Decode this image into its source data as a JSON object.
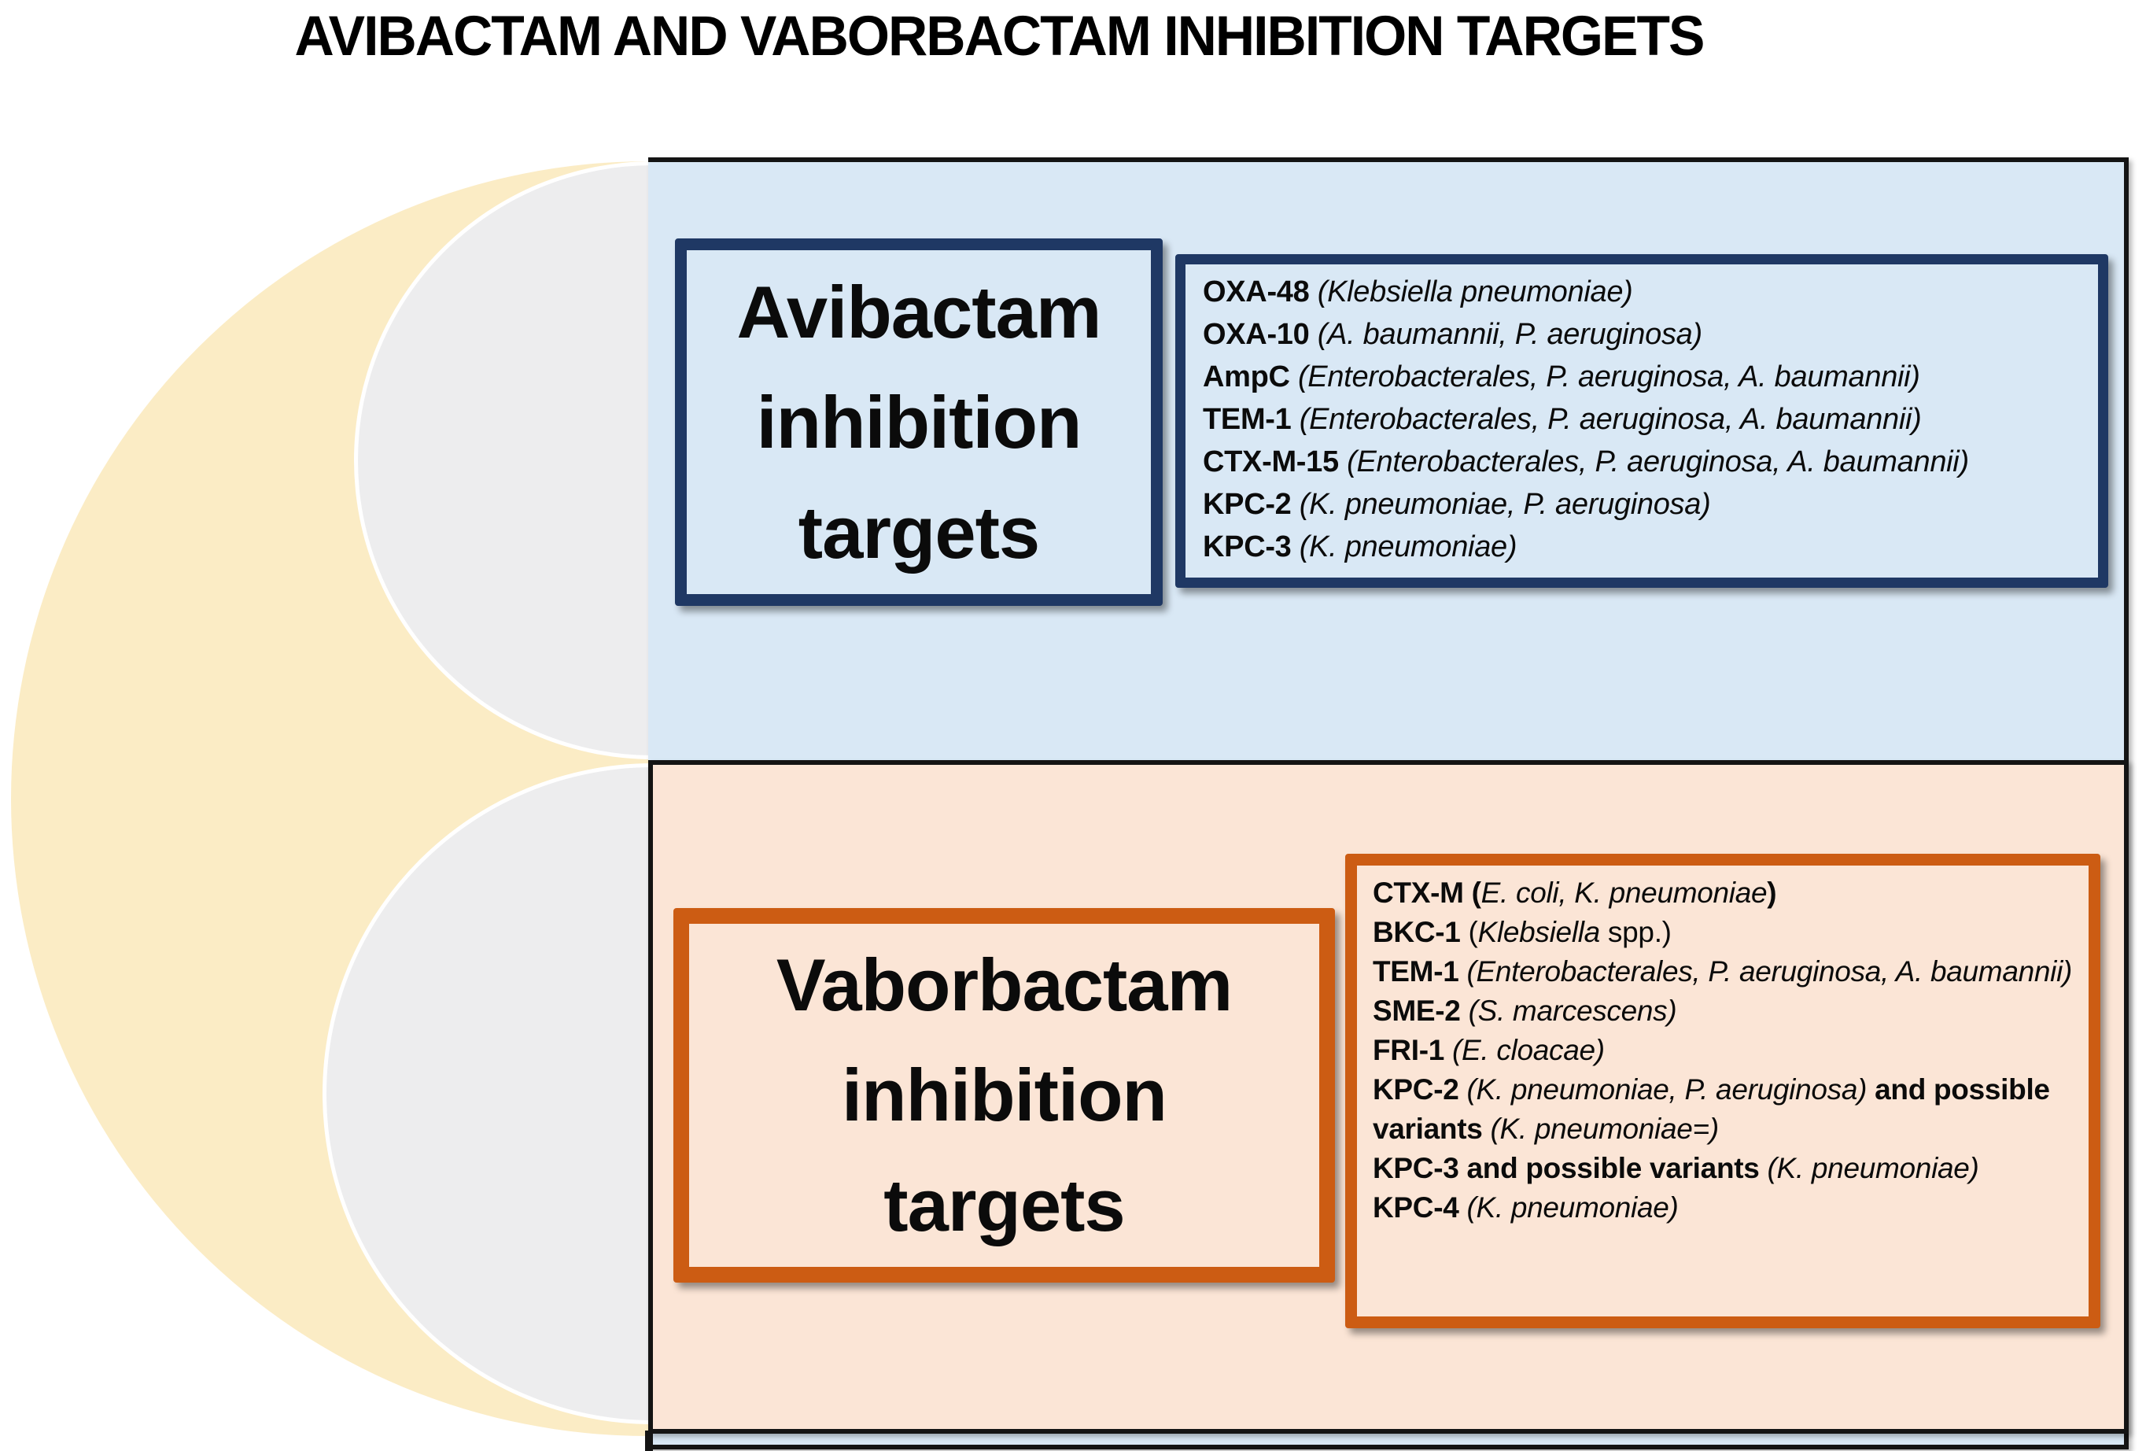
{
  "title": "AVIBACTAM AND VABORBACTAM INHIBITION TARGETS",
  "colors": {
    "panel_blue": "#D9E8F5",
    "panel_peach": "#FBE5D6",
    "navy_border": "#1F3864",
    "orange_border": "#CC5C13",
    "yellow_circle": "#FBECC5",
    "gray_circle": "#EDEDEE",
    "frame_black": "#141414"
  },
  "avibactam": {
    "label": "Avibactam\ninhibition\ntargets",
    "targets": [
      [
        {
          "t": "OXA-48 ",
          "s": "b"
        },
        {
          "t": "(Klebsiella pneumoniae)",
          "s": "i"
        }
      ],
      [
        {
          "t": "OXA-10 ",
          "s": "b"
        },
        {
          "t": "(A. baumannii, P. aeruginosa)",
          "s": "i"
        }
      ],
      [
        {
          "t": "AmpC ",
          "s": "b"
        },
        {
          "t": "(Enterobacterales, P. aeruginosa, A. baumannii)",
          "s": "i"
        }
      ],
      [
        {
          "t": "TEM-1 ",
          "s": "b"
        },
        {
          "t": "(Enterobacterales, P. aeruginosa, A. baumannii)",
          "s": "i"
        }
      ],
      [
        {
          "t": "CTX-M-15 ",
          "s": "b"
        },
        {
          "t": "(Enterobacterales, P. aeruginosa, A. baumannii)",
          "s": "i"
        }
      ],
      [
        {
          "t": "KPC-2 ",
          "s": "b"
        },
        {
          "t": "(K. pneumoniae, P. aeruginosa)",
          "s": "i"
        }
      ],
      [
        {
          "t": "KPC-3 ",
          "s": "b"
        },
        {
          "t": "(K. pneumoniae)",
          "s": "i"
        }
      ]
    ]
  },
  "vaborbactam": {
    "label": "Vaborbactam\ninhibition\ntargets",
    "targets": [
      [
        {
          "t": "CTX-M (",
          "s": "b"
        },
        {
          "t": "E. coli, K. pneumoniae",
          "s": "i"
        },
        {
          "t": ")",
          "s": "b"
        }
      ],
      [
        {
          "t": "BKC-1 ",
          "s": "b"
        },
        {
          "t": "(",
          "s": "r"
        },
        {
          "t": "Klebsiella",
          "s": "i"
        },
        {
          "t": " spp.)",
          "s": "r"
        }
      ],
      [
        {
          "t": "TEM-1 ",
          "s": "b"
        },
        {
          "t": "(Enterobacterales, P. aeruginosa, A. baumannii)",
          "s": "i"
        }
      ],
      [
        {
          "t": "SME-2 ",
          "s": "b"
        },
        {
          "t": "(S. marcescens)",
          "s": "i"
        }
      ],
      [
        {
          "t": "FRI-1 ",
          "s": "b"
        },
        {
          "t": "(E. cloacae)",
          "s": "i"
        }
      ],
      [
        {
          "t": "KPC-2 ",
          "s": "b"
        },
        {
          "t": "(K. pneumoniae, P. aeruginosa)",
          "s": "i"
        },
        {
          "t": " and possible variants ",
          "s": "b"
        },
        {
          "t": "(K. pneumoniae=)",
          "s": "i"
        }
      ],
      [
        {
          "t": "KPC-3 and possible variants ",
          "s": "b"
        },
        {
          "t": "(K. pneumoniae)",
          "s": "i"
        }
      ],
      [
        {
          "t": "KPC-4 ",
          "s": "b"
        },
        {
          "t": "(K. pneumoniae)",
          "s": "i"
        }
      ]
    ]
  }
}
